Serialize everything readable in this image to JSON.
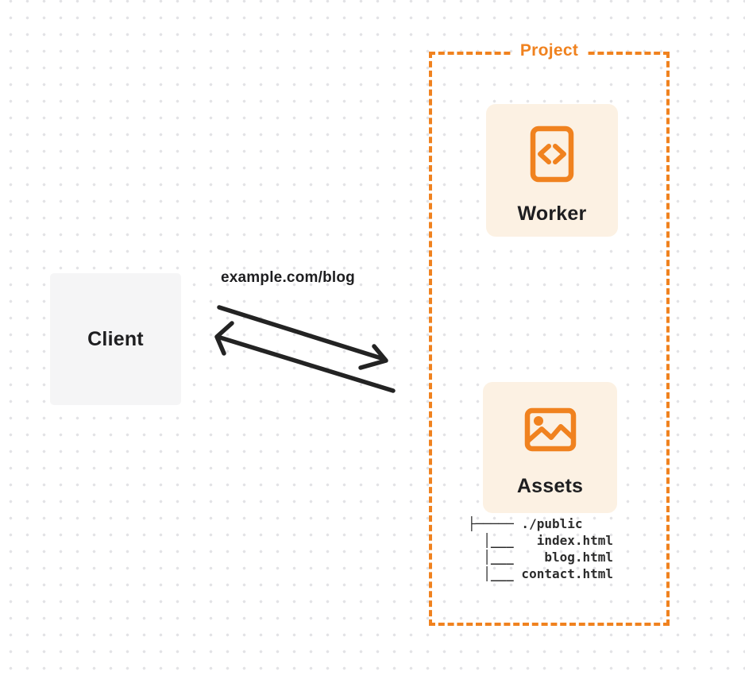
{
  "diagram": {
    "client": {
      "label": "Client"
    },
    "request": {
      "url_label": "example.com/blog"
    },
    "arrows": [
      {
        "name": "request-arrow",
        "direction": "client-to-project"
      },
      {
        "name": "response-arrow",
        "direction": "project-to-client"
      }
    ],
    "project": {
      "label": "Project",
      "worker": {
        "label": "Worker",
        "icon": "code-document-icon"
      },
      "assets": {
        "label": "Assets",
        "icon": "image-icon",
        "file_tree": {
          "root": "./public",
          "files": [
            "index.html",
            "blog.html",
            "contact.html"
          ],
          "text": "├───── ./public\n  │___   index.html\n  │___    blog.html\n  │___ contact.html"
        }
      }
    },
    "colors": {
      "orange": "#F0821F",
      "card_background": "#FCF1E3",
      "client_background": "#F5F5F6",
      "arrow": "#232323",
      "text_dark": "#1E1E20",
      "dot_grid": "#E3E3E6"
    }
  }
}
